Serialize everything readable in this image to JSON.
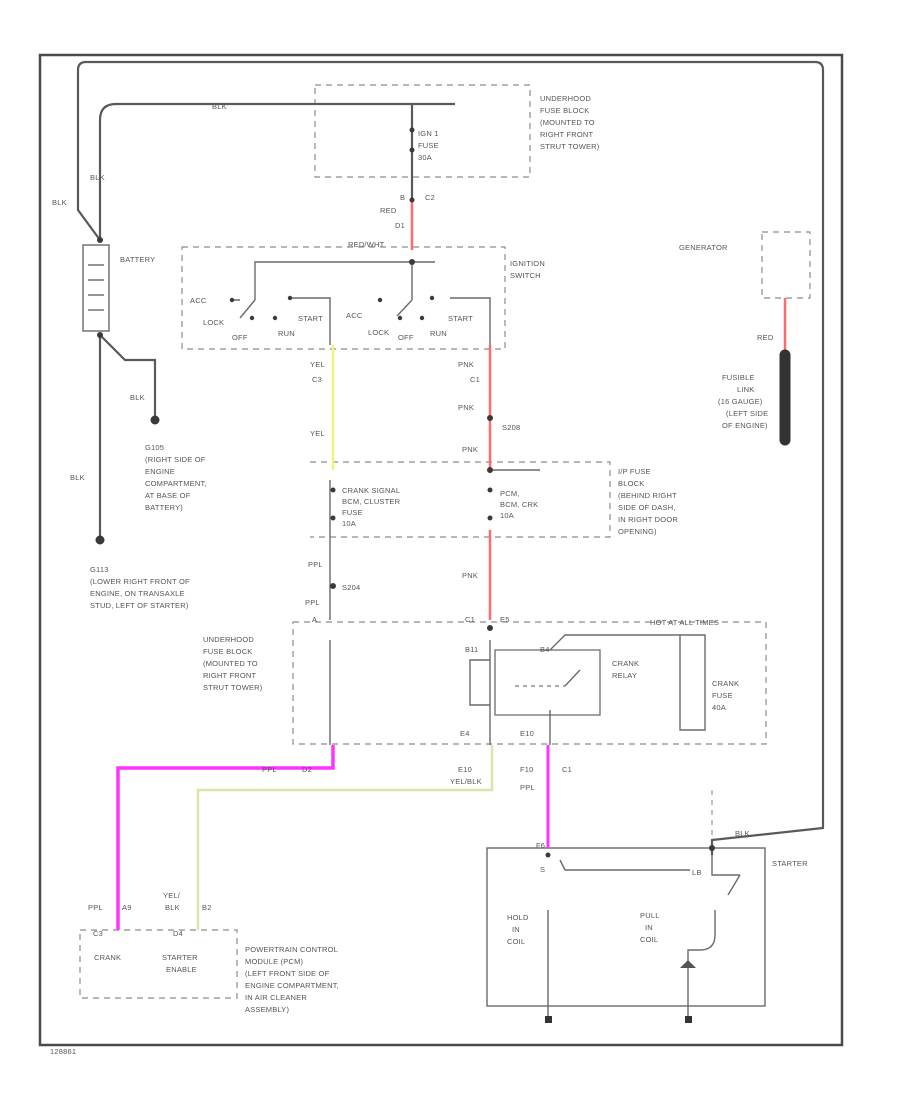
{
  "colors": {
    "wire": "#595959",
    "red_wire": "#ff6a6a",
    "pink_wire": "#ff33ff",
    "yellow_wire": "#f2f27a",
    "yel_blk_wire": "#d9e6a8",
    "fusible_link": "#333333"
  },
  "components": {
    "underhood_fuse_top": [
      "UNDERHOOD",
      "FUSE BLOCK",
      "(MOUNTED TO",
      "RIGHT FRONT",
      "STRUT TOWER)"
    ],
    "ign1_fuse": [
      "IGN 1",
      "FUSE",
      "30A"
    ],
    "ignition_switch": [
      "IGNITION",
      "SWITCH"
    ],
    "battery": "BATTERY",
    "generator": "GENERATOR",
    "fusible_link": [
      "FUSIBLE",
      "LINK",
      "(16 GAUGE)",
      "(LEFT SIDE",
      "OF ENGINE)"
    ],
    "g105": [
      "G105",
      "(RIGHT SIDE OF",
      "ENGINE",
      "COMPARTMENT,",
      "AT BASE OF",
      "BATTERY)"
    ],
    "g113": [
      "G113",
      "(LOWER RIGHT FRONT OF",
      "ENGINE, ON TRANSAXLE",
      "STUD, LEFT OF STARTER)"
    ],
    "ip_fuse_block": [
      "I/P FUSE",
      "BLOCK",
      "(BEHIND RIGHT",
      "SIDE OF DASH,",
      "IN RIGHT DOOR",
      "OPENING)"
    ],
    "crank_signal_fuse": [
      "CRANK SIGNAL",
      "BCM, CLUSTER",
      "FUSE",
      "10A"
    ],
    "pcm_fuse": [
      "PCM,",
      "BCM, CRK",
      "10A"
    ],
    "underhood_fuse_bottom": [
      "UNDERHOOD",
      "FUSE BLOCK",
      "(MOUNTED TO",
      "RIGHT FRONT",
      "STRUT TOWER)"
    ],
    "hot_at_all_times": "HOT AT ALL TIMES",
    "crank_relay": [
      "CRANK",
      "RELAY"
    ],
    "crank_fuse": [
      "CRANK",
      "FUSE",
      "40A"
    ],
    "pcm": [
      "POWERTRAIN CONTROL",
      "MODULE (PCM)",
      "(LEFT FRONT SIDE OF",
      "ENGINE COMPARTMENT,",
      "IN AIR CLEANER",
      "ASSEMBLY)"
    ],
    "pcm_crank": "CRANK",
    "pcm_starter_enable": [
      "STARTER",
      "ENABLE"
    ],
    "starter": "STARTER",
    "hold_in_coil": [
      "HOLD",
      "IN",
      "COIL"
    ],
    "pull_in_coil": [
      "PULL",
      "IN",
      "COIL"
    ]
  },
  "switch_labels": {
    "acc": "ACC",
    "lock": "LOCK",
    "off": "OFF",
    "run": "RUN",
    "start": "START"
  },
  "wire_labels": {
    "blk_top": "BLK",
    "blk_left1": "BLK",
    "blk_left2": "BLK",
    "blk_g105": "BLK",
    "blk_g113": "BLK",
    "red_c2": "RED",
    "red_gen": "RED",
    "red_wht": "RED/WHT",
    "yel1": "YEL",
    "yel2": "YEL",
    "pnk1": "PNK",
    "pnk2": "PNK",
    "pnk3": "PNK",
    "pnk4": "PNK",
    "ppl1": "PPL",
    "ppl2": "PPL",
    "ppl3": "PPL",
    "ppl4": "PPL",
    "ppl5": "PPL",
    "yel_blk": "YEL/BLK",
    "yel_blk_pcm": [
      "YEL/",
      "BLK"
    ],
    "blk_starter": "BLK"
  },
  "connectors": {
    "c2_top": "C2",
    "b": "B",
    "c3": "C3",
    "d1": "D1",
    "c1_ign": "C1",
    "s208": "S208",
    "s204": "S204",
    "a": "A",
    "b11": "B11",
    "e5": "E5",
    "b4": "B4",
    "c1_top": "C1",
    "e4": "E4",
    "e10": "E10",
    "e10_2": "E10",
    "f10": "F10",
    "c1_starter": "C1",
    "d2": "D2",
    "f6": "F6",
    "s": "S",
    "lb": "LB",
    "pcm_a": "A9",
    "pcm_b": "B2",
    "pcm_c": "C3",
    "pcm_d": "D4"
  },
  "footer_code": "128861"
}
